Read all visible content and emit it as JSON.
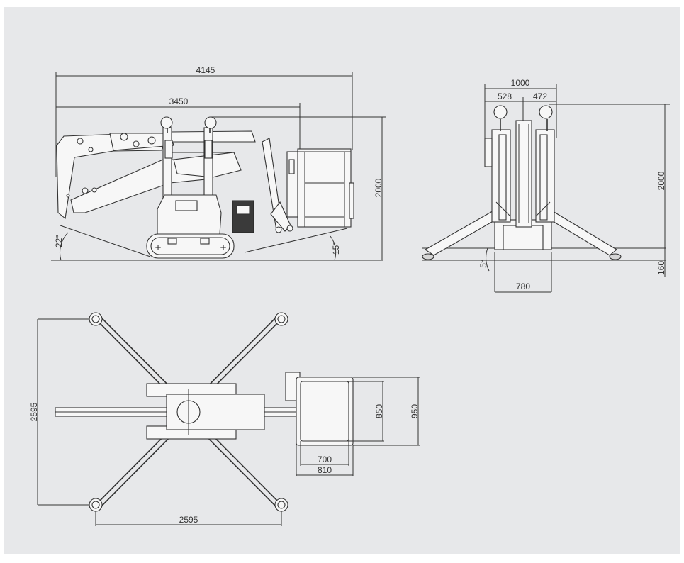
{
  "side_view": {
    "overall_length": "4145",
    "length_to_basket": "3450",
    "height": "2000",
    "angle_left": "22°",
    "angle_right": "15°"
  },
  "front_view": {
    "width": "1000",
    "width_left": "528",
    "width_right": "472",
    "height": "2000",
    "clearance": "160",
    "angle": "5°",
    "track_width": "780"
  },
  "top_view": {
    "outrigger_span_y": "2595",
    "outrigger_span_x": "2595",
    "basket_depth_inner": "850",
    "basket_depth_outer": "950",
    "basket_width_inner": "700",
    "basket_width_outer": "810"
  },
  "colors": {
    "background": "#e7e8ea",
    "line": "#333333"
  }
}
